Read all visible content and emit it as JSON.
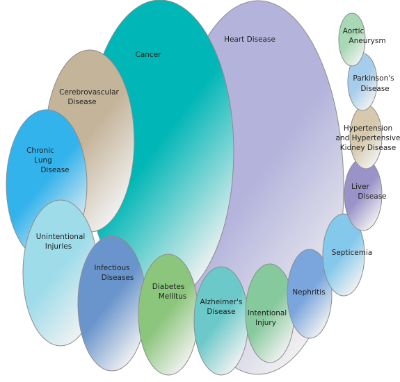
{
  "chart_data": {
    "type": "bubble",
    "title": "",
    "items": [
      {
        "label": "Heart Disease",
        "color": "#b3b3dc"
      },
      {
        "label": "Cancer",
        "color": "#00b6b6"
      },
      {
        "label": "Cerebrovascular Disease",
        "color": "#c4b49a"
      },
      {
        "label": "Chronic Lung Disease",
        "color": "#33b3ec"
      },
      {
        "label": "Unintentional Injuries",
        "color": "#9fdcea"
      },
      {
        "label": "Infectious Diseases",
        "color": "#6a95cc"
      },
      {
        "label": "Diabetes Mellitus",
        "color": "#8cc57c"
      },
      {
        "label": "Alzheimer's Disease",
        "color": "#6cc9c9"
      },
      {
        "label": "Intentional Injury",
        "color": "#86c99c"
      },
      {
        "label": "Nephritis",
        "color": "#7aa6dd"
      },
      {
        "label": "Septicemia",
        "color": "#84c8ec"
      },
      {
        "label": "Liver Disease",
        "color": "#9a93c8"
      },
      {
        "label": "Hypertension and Hypertensive Kidney Disease",
        "color": "#d6c9ad"
      },
      {
        "label": "Parkinson's Disease",
        "color": "#a7cdec"
      },
      {
        "label": "Aortic Aneurysm",
        "color": "#a8d8b4"
      }
    ]
  }
}
